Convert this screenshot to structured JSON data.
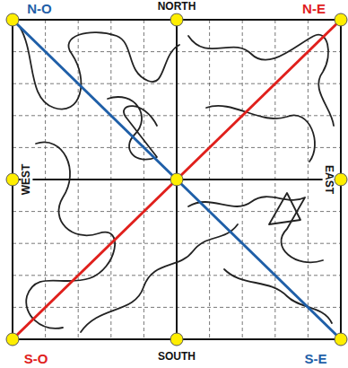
{
  "diagram": {
    "labels": [
      "N-O",
      "NORTH",
      "N-E",
      "WEST",
      "EAST",
      "S-O",
      "SOUTH",
      "S-E"
    ]
  }
}
